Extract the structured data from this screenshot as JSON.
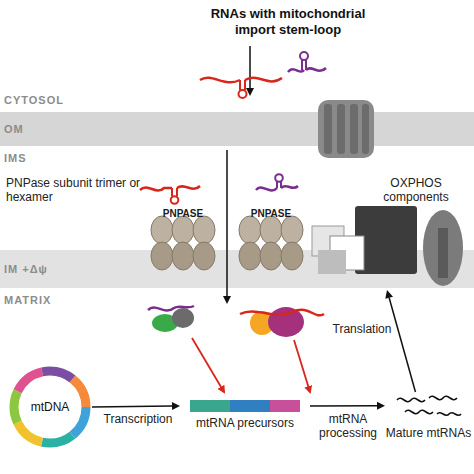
{
  "diagram": {
    "title": "RNAs with mitochondrial import stem-loop",
    "nodes": [
      {
        "text": [
          "OM"
        ]
      },
      {
        "text": [
          "PNPASE"
        ]
      },
      {
        "text": [
          "PNPASE"
        ]
      },
      {
        "text": [
          "IM +Δψ"
        ]
      },
      {
        "text": [
          "OXPHOS components"
        ]
      },
      {
        "text": [
          "mtDNA"
        ]
      },
      {
        "text": [
          "mtRNA precursors"
        ]
      },
      {
        "text": [
          "Mature mtRNAs"
        ]
      }
    ],
    "edges": [
      {
        "from": 5,
        "to": 6,
        "arrow": "to",
        "label": "Transcription"
      },
      {
        "from": 6,
        "to": 7,
        "arrow": "to",
        "label": "mtRNA processing"
      },
      {
        "from": 7,
        "to": 4,
        "arrow": "to",
        "label": "Translation"
      }
    ],
    "labels": [
      "CYTOSOL",
      "IMS",
      "PNPase subunit trimer or hexamer",
      "MATRIX"
    ]
  }
}
